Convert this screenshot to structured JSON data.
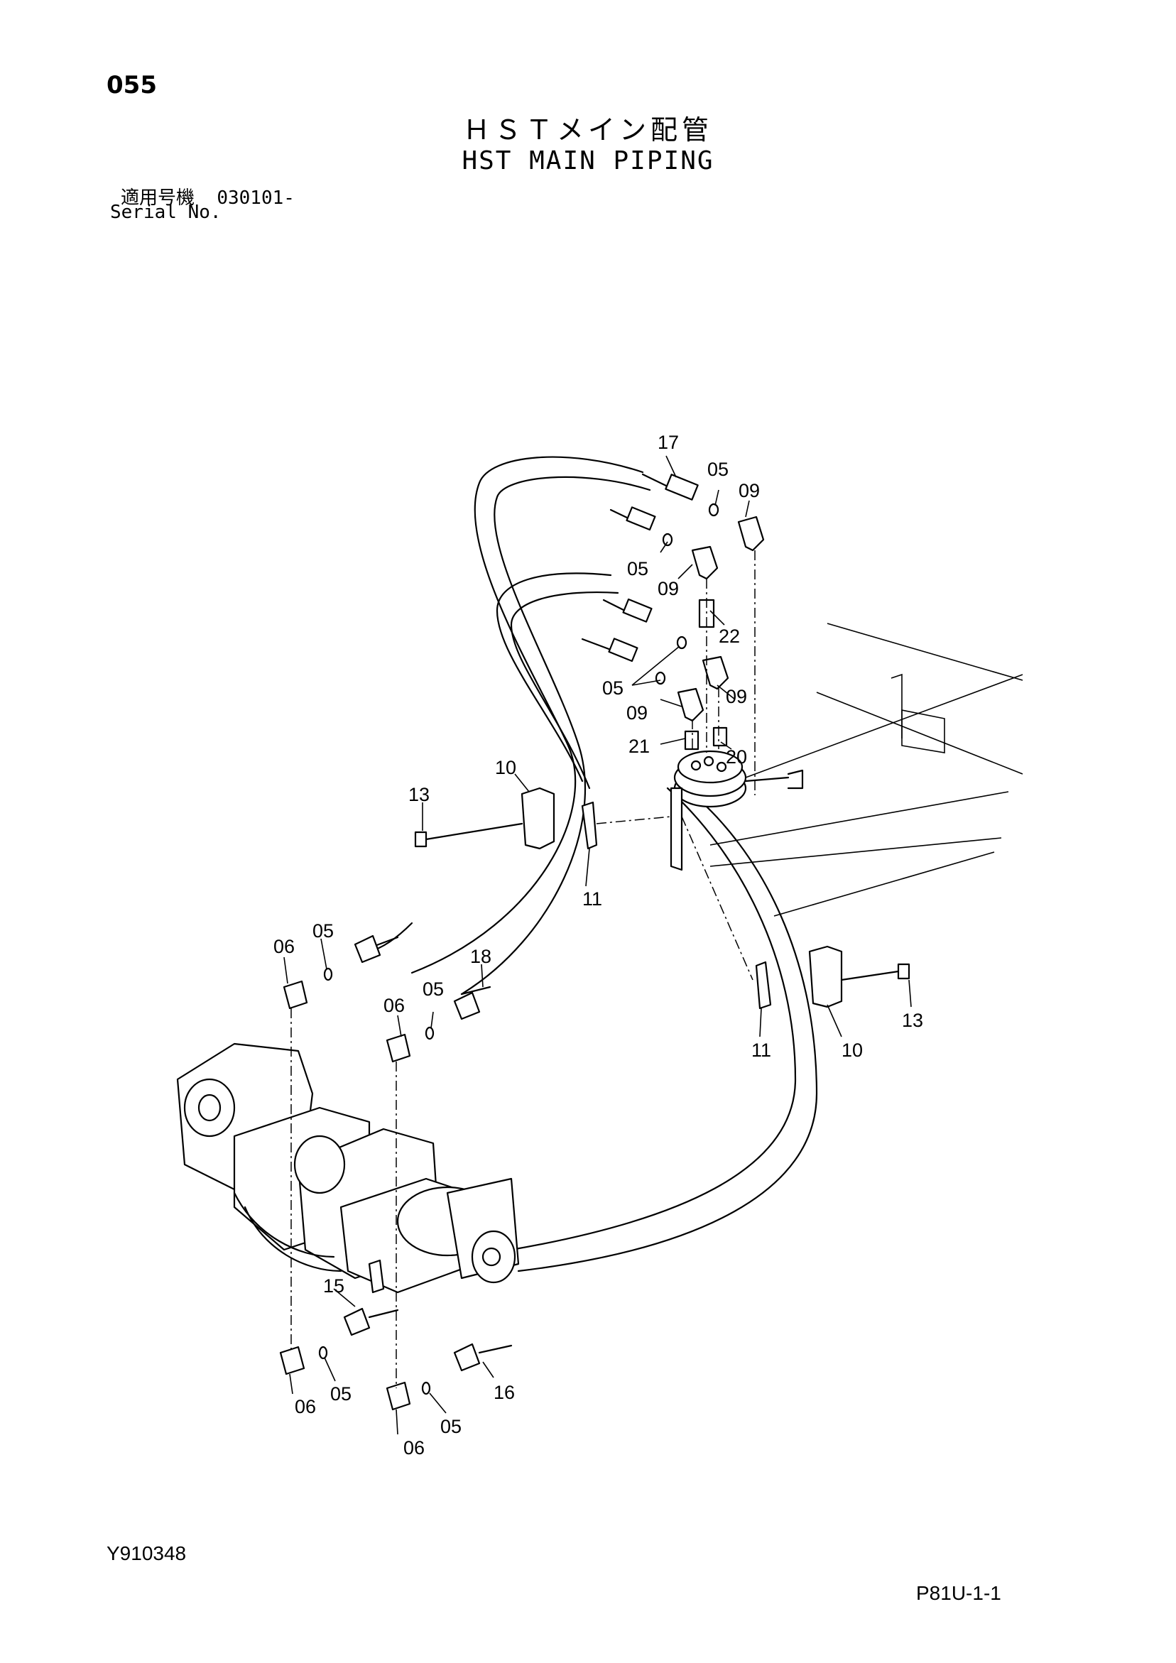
{
  "header": {
    "page_number": "055",
    "title_jp": "ＨＳＴメイン配管",
    "title_en": "HST MAIN PIPING",
    "serial_label_jp": "適用号機",
    "serial_value": "030101-",
    "serial_label_en": "Serial No."
  },
  "footer": {
    "drawing_id": "Y910348",
    "sheet_id": "P81U-1-1"
  },
  "callouts": {
    "c17": "17",
    "c05a": "05",
    "c09a": "09",
    "c05b": "05",
    "c09b": "09",
    "c22": "22",
    "c05c": "05",
    "c09c": "09",
    "c09d": "09",
    "c21": "21",
    "c20": "20",
    "c10a": "10",
    "c13a": "13",
    "c11a": "11",
    "c06a": "06",
    "c05d": "05",
    "c18": "18",
    "c06b": "06",
    "c05e": "05",
    "c11b": "11",
    "c10b": "10",
    "c13b": "13",
    "c15": "15",
    "c05f": "05",
    "c06c": "06",
    "c16": "16",
    "c05g": "05",
    "c06d": "06"
  }
}
